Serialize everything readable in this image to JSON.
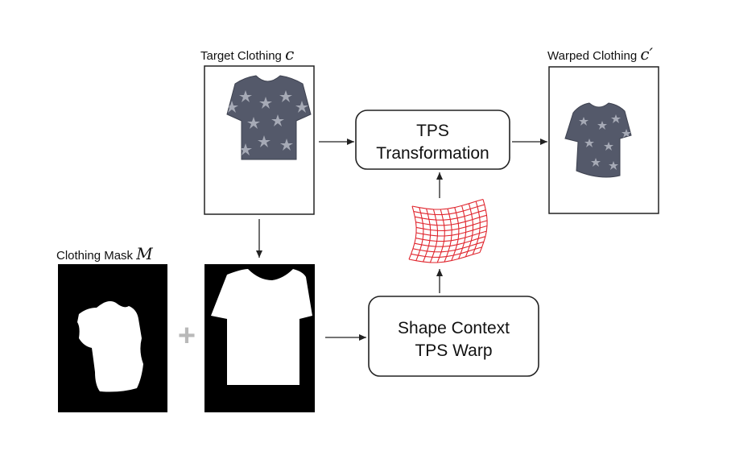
{
  "labels": {
    "target_clothing": "Target Clothing",
    "target_symbol": "c",
    "warped_clothing": "Warped Clothing",
    "warped_symbol": "c′",
    "clothing_mask": "Clothing Mask",
    "mask_symbol": "M"
  },
  "boxes": {
    "tps_transformation": [
      "TPS",
      "Transformation"
    ],
    "shape_context": [
      "Shape Context",
      "TPS Warp"
    ]
  },
  "symbols": {
    "plus": "+"
  },
  "colors": {
    "shirt": "#54596a",
    "star": "#b6b9c3",
    "grid": "#e0262e",
    "mask_bg": "#000000",
    "mask_fg": "#ffffff",
    "plus": "#b9b9b9",
    "stroke": "#222222"
  }
}
